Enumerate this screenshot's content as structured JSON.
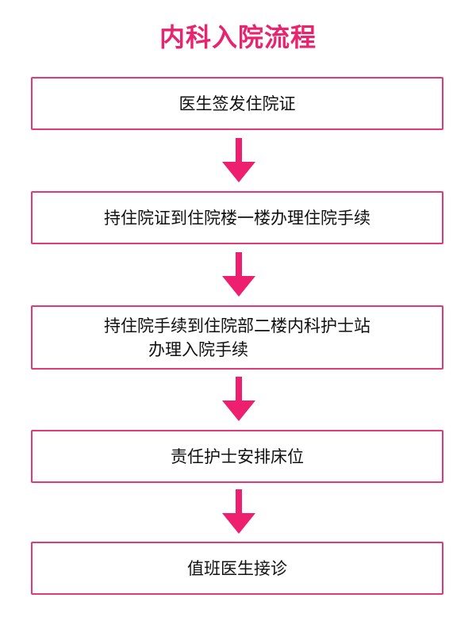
{
  "title": "内科入院流程",
  "colors": {
    "accent": "#e8246e",
    "border": "#e23a76",
    "arrow": "#ee1f6f",
    "text": "#111111"
  },
  "steps": [
    {
      "lines": [
        "医生签发住院证"
      ]
    },
    {
      "lines": [
        "持住院证到住院楼一楼办理住院手续"
      ]
    },
    {
      "lines": [
        "持住院手续到住院部二楼内科护士站",
        "办理入院手续"
      ]
    },
    {
      "lines": [
        "责任护士安排床位"
      ]
    },
    {
      "lines": [
        "值班医生接诊"
      ]
    }
  ],
  "connector_icon": "arrow-down-icon"
}
